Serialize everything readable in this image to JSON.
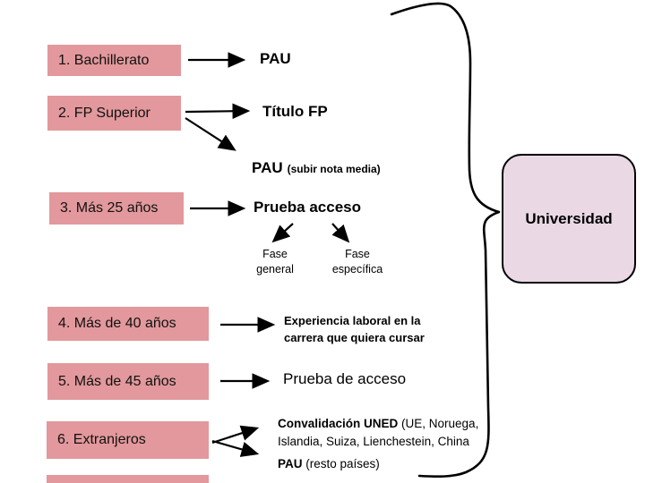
{
  "diagram": {
    "boxes": [
      {
        "label": "1. Bachillerato"
      },
      {
        "label": "2. FP Superior"
      },
      {
        "label": "3. Más 25 años"
      },
      {
        "label": "4. Más de 40 años"
      },
      {
        "label": "5. Más de 45 años"
      },
      {
        "label": "6. Extranjeros"
      }
    ],
    "outcomes": {
      "pau": "PAU",
      "titulo_fp": "Título FP",
      "pau_subir": {
        "main": "PAU",
        "note": "(subir nota media)"
      },
      "prueba_acceso": "Prueba acceso",
      "fase_general": {
        "line1": "Fase",
        "line2": "general"
      },
      "fase_especifica": {
        "line1": "Fase",
        "line2": "específica"
      },
      "experiencia": {
        "line1": "Experiencia laboral en la",
        "line2": "carrera que quiera cursar"
      },
      "prueba_de_acceso": "Prueba de acceso",
      "convalidacion": {
        "bold": "Convalidación UNED",
        "rest": " (UE, Noruega,",
        "line2": "Islandia, Suiza, Lienchestein, China"
      },
      "pau_resto": {
        "main": "PAU",
        "note": " (resto países)"
      }
    },
    "university": {
      "label": "Universidad"
    },
    "colors": {
      "box_fill": "#e2989c",
      "university_fill": "#ead9e5",
      "line": "#000000"
    }
  }
}
